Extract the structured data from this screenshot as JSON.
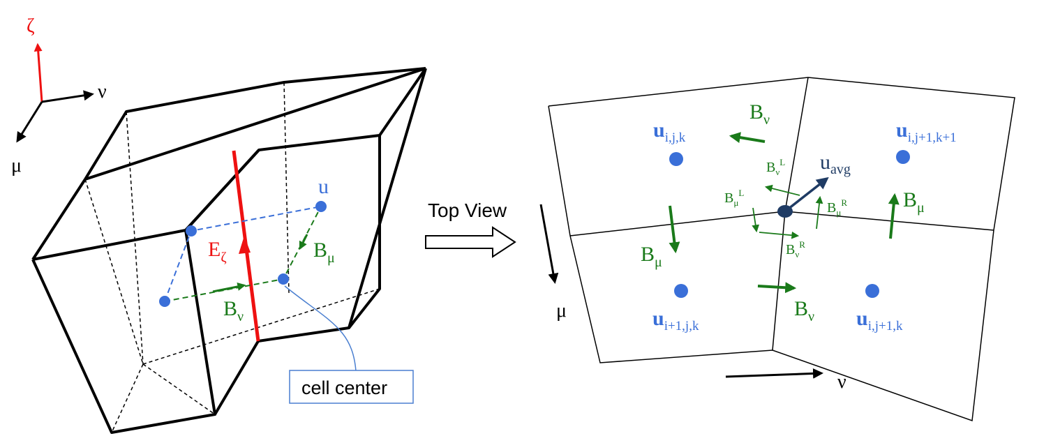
{
  "colors": {
    "black": "#000000",
    "red": "#ee1111",
    "green": "#1a7a1a",
    "blue": "#3a6fd8",
    "dark_blue": "#1f3b64",
    "callout_border": "#4a7fd0"
  },
  "axes3d": {
    "zeta": "ζ",
    "nu": "ν",
    "mu": "μ"
  },
  "left": {
    "u_label": "u",
    "e_label": "E",
    "e_sub": "ζ",
    "b_mu_label": "B",
    "b_mu_sub": "μ",
    "b_nu_label": "B",
    "b_nu_sub": "ν",
    "callout": "cell center"
  },
  "transition": {
    "label": "Top View"
  },
  "right": {
    "mu_axis": "μ",
    "nu_axis": "ν",
    "u_tl": {
      "base": "u",
      "sub": "i,j,k"
    },
    "u_tr": {
      "base": "u",
      "sub": "i,j+1,k+1"
    },
    "u_bl": {
      "base": "u",
      "sub": "i+1,j,k"
    },
    "u_br": {
      "base": "u",
      "sub": "i,j+1,k"
    },
    "u_avg": {
      "base": "u",
      "sub": "avg"
    },
    "b_nu_top": {
      "base": "B",
      "sub": "ν"
    },
    "b_mu_left": {
      "base": "B",
      "sub": "μ"
    },
    "b_mu_right": {
      "base": "B",
      "sub": "μ"
    },
    "b_nu_bottom": {
      "base": "B",
      "sub": "ν"
    },
    "b_nu_l": {
      "base": "B",
      "sub": "ν",
      "sup": "L"
    },
    "b_mu_l": {
      "base": "B",
      "sub": "μ",
      "sup": "L"
    },
    "b_mu_r": {
      "base": "B",
      "sub": "μ",
      "sup": "R"
    },
    "b_nu_r": {
      "base": "B",
      "sub": "ν",
      "sup": "R"
    }
  }
}
